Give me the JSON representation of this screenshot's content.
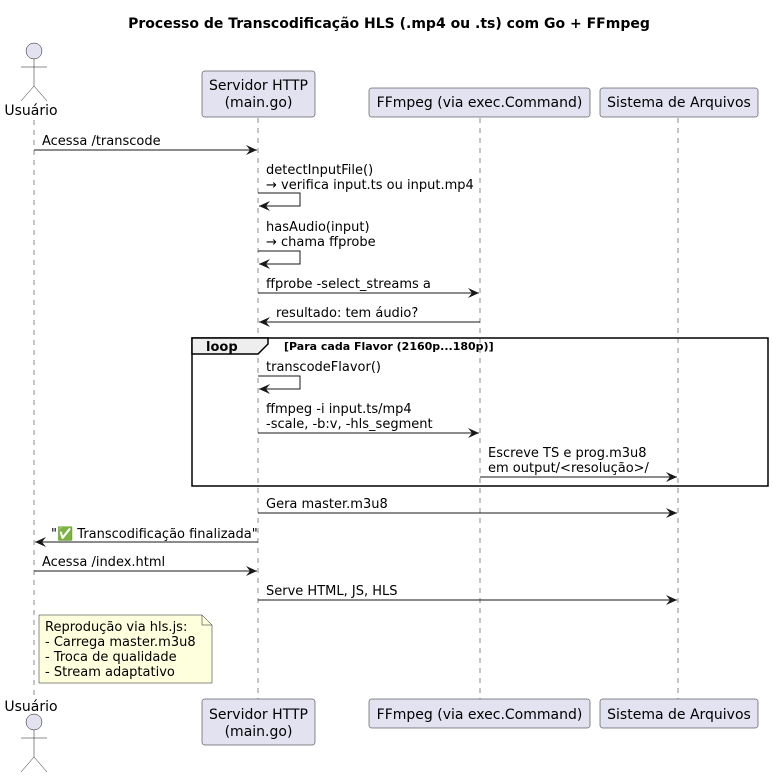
{
  "title": "Processo de Transcodificação HLS (.mp4 ou .ts) com Go + FFmpeg",
  "participants": {
    "user": {
      "label": "Usuário"
    },
    "server": {
      "line1": "Servidor HTTP",
      "line2": "(main.go)"
    },
    "ffmpeg": {
      "label": "FFmpeg (via exec.Command)"
    },
    "fs": {
      "label": "Sistema de Arquivos"
    }
  },
  "messages": {
    "m1": {
      "text": "Acessa /transcode"
    },
    "m2": {
      "line1": "detectInputFile()",
      "line2": "→ verifica input.ts ou input.mp4"
    },
    "m3": {
      "line1": "hasAudio(input)",
      "line2": "→ chama ffprobe"
    },
    "m4": {
      "text": "ffprobe -select_streams a"
    },
    "m5": {
      "text": "resultado: tem áudio?"
    },
    "m6": {
      "text": "transcodeFlavor()"
    },
    "m7": {
      "line1": "ffmpeg -i input.ts/mp4",
      "line2": "-scale, -b:v, -hls_segment"
    },
    "m8": {
      "line1": "Escreve TS e prog.m3u8",
      "line2": "em output/<resolução>/"
    },
    "m9": {
      "text": "Gera master.m3u8"
    },
    "m10": {
      "text": "\"✅ Transcodificação finalizada\""
    },
    "m11": {
      "text": "Acessa /index.html"
    },
    "m12": {
      "text": "Serve HTML, JS, HLS"
    }
  },
  "loop": {
    "keyword": "loop",
    "condition": "[Para cada Flavor (2160p...180p)]"
  },
  "note": {
    "lines": [
      "Reprodução via hls.js:",
      "- Carrega master.m3u8",
      "- Troca de qualidade",
      "- Stream adaptativo"
    ]
  },
  "colors": {
    "participant_fill": "#E2E2F0",
    "participant_stroke": "#181818",
    "note_fill": "#FEFFDD",
    "lifeline": "#181818"
  }
}
